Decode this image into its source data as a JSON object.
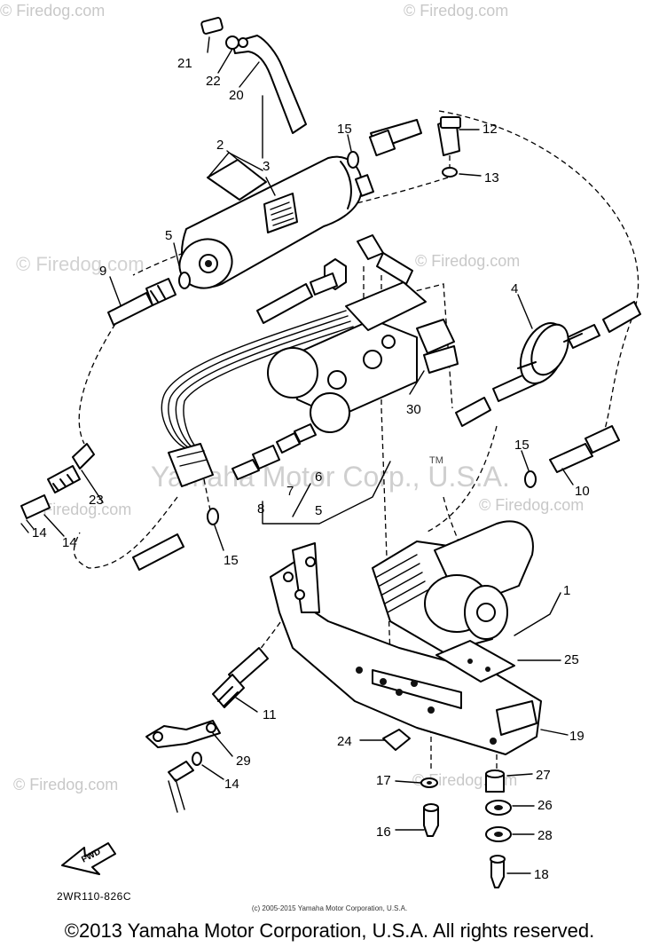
{
  "watermarks": {
    "site_a": "© Firedog.com",
    "site_b": "Firedog.com",
    "maker": "Yamaha Motor Corp., U.S.A."
  },
  "callouts": [
    "1",
    "2",
    "3",
    "4",
    "5",
    "5",
    "6",
    "7",
    "8",
    "9",
    "10",
    "11",
    "12",
    "13",
    "14",
    "14",
    "14",
    "15",
    "15",
    "15",
    "16",
    "17",
    "18",
    "19",
    "20",
    "21",
    "22",
    "23",
    "24",
    "25",
    "26",
    "27",
    "28",
    "29",
    "30"
  ],
  "trademark": "TM",
  "fwd_label": "FWD",
  "drawing_code": "2WR110-826C",
  "small_copyright": "(c) 2005-2015 Yamaha Motor Corporation, U.S.A.",
  "footer_copyright": "©2013 Yamaha Motor Corporation, U.S.A. All rights reserved."
}
